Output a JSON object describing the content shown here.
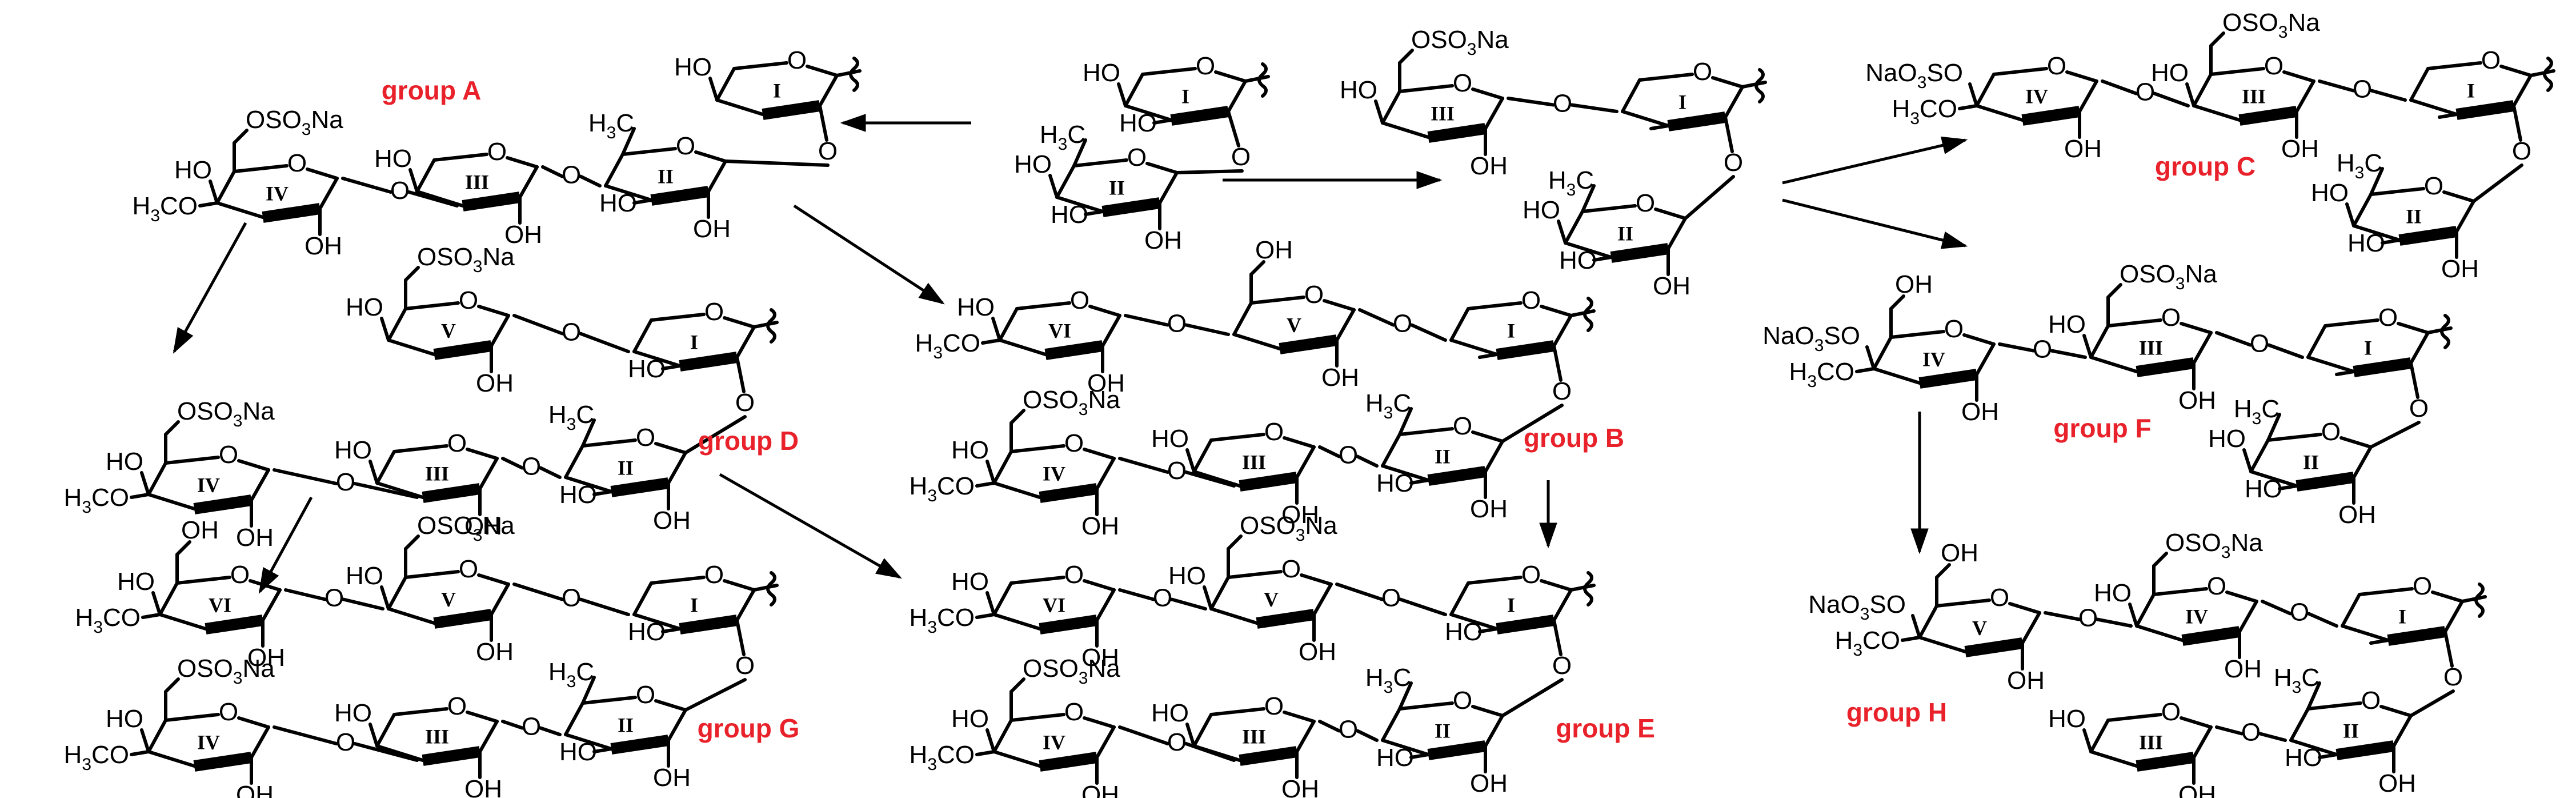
{
  "colors": {
    "group_label": "#e8212a",
    "structure": "#000000",
    "background": "#ffffff"
  },
  "labels": {
    "A": "group A",
    "B": "group B",
    "C": "group C",
    "D": "group D",
    "E": "group E",
    "F": "group F",
    "G": "group G",
    "H": "group H"
  },
  "atoms": {
    "HO": "HO",
    "OH": "OH",
    "O": "O",
    "H3C": "H3C",
    "H3CO": "H3CO",
    "OSO3Na": "OSO3Na",
    "NaO3SO": "NaO3SO",
    "OSO3Na_sub": "3"
  },
  "numerals": [
    "I",
    "II",
    "III",
    "IV",
    "V",
    "VI"
  ],
  "structures": [
    {
      "id": "core",
      "rings": [
        {
          "type": "xyl",
          "num": "I"
        },
        {
          "type": "fuc",
          "num": "II"
        }
      ]
    },
    {
      "id": "group-A",
      "label": "A",
      "rings": [
        {
          "type": "xyl",
          "num": "I"
        },
        {
          "type": "fuc",
          "num": "II"
        },
        {
          "type": "xyl",
          "num": "III"
        },
        {
          "type": "glc",
          "num": "IV",
          "sulfate6": true,
          "methoxy": true
        }
      ]
    },
    {
      "id": "intermediate",
      "rings": [
        {
          "type": "xyl",
          "num": "I"
        },
        {
          "type": "fuc",
          "num": "II"
        },
        {
          "type": "glc",
          "num": "III",
          "sulfate6": true
        }
      ]
    },
    {
      "id": "group-C",
      "label": "C",
      "rings": [
        {
          "type": "xyl",
          "num": "I"
        },
        {
          "type": "fuc",
          "num": "II"
        },
        {
          "type": "glc",
          "num": "III",
          "sulfate6": true
        },
        {
          "type": "glc",
          "num": "IV",
          "sulfate4": true,
          "methoxy": true
        }
      ]
    },
    {
      "id": "group-F",
      "label": "F",
      "rings": [
        {
          "type": "xyl",
          "num": "I"
        },
        {
          "type": "fuc",
          "num": "II"
        },
        {
          "type": "glc",
          "num": "III",
          "sulfate6": true
        },
        {
          "type": "glc",
          "num": "IV",
          "sulfate4": true,
          "methoxy": true
        }
      ]
    },
    {
      "id": "group-B",
      "label": "B",
      "rings": [
        {
          "type": "xyl",
          "num": "I"
        },
        {
          "type": "glc",
          "num": "V"
        },
        {
          "type": "glc",
          "num": "VI",
          "methoxy": true
        },
        {
          "type": "fuc",
          "num": "II"
        },
        {
          "type": "xyl",
          "num": "III"
        },
        {
          "type": "glc",
          "num": "IV",
          "sulfate6": true,
          "methoxy": true
        }
      ]
    },
    {
      "id": "group-D",
      "label": "D",
      "rings": [
        {
          "type": "xyl",
          "num": "I"
        },
        {
          "type": "glc",
          "num": "V",
          "sulfate6": true
        },
        {
          "type": "fuc",
          "num": "II"
        },
        {
          "type": "xyl",
          "num": "III"
        },
        {
          "type": "glc",
          "num": "IV",
          "sulfate6": true,
          "methoxy": true
        }
      ]
    },
    {
      "id": "group-E",
      "label": "E",
      "rings": [
        {
          "type": "xyl",
          "num": "I"
        },
        {
          "type": "glc",
          "num": "V",
          "sulfate6": true
        },
        {
          "type": "xyl",
          "num": "VI",
          "methoxy": true
        },
        {
          "type": "fuc",
          "num": "II"
        },
        {
          "type": "xyl",
          "num": "III"
        },
        {
          "type": "glc",
          "num": "IV",
          "sulfate6": true,
          "methoxy": true
        }
      ]
    },
    {
      "id": "group-G",
      "label": "G",
      "rings": [
        {
          "type": "xyl",
          "num": "I"
        },
        {
          "type": "glc",
          "num": "V",
          "sulfate6": true
        },
        {
          "type": "glc",
          "num": "VI",
          "methoxy": true
        },
        {
          "type": "fuc",
          "num": "II"
        },
        {
          "type": "xyl",
          "num": "III"
        },
        {
          "type": "glc",
          "num": "IV",
          "sulfate6": true,
          "methoxy": true
        }
      ]
    },
    {
      "id": "group-H",
      "label": "H",
      "rings": [
        {
          "type": "xyl",
          "num": "I"
        },
        {
          "type": "glc",
          "num": "IV",
          "sulfate6": true
        },
        {
          "type": "glc",
          "num": "V",
          "sulfate4": true,
          "methoxy": true
        },
        {
          "type": "fuc",
          "num": "II"
        },
        {
          "type": "xyl",
          "num": "III"
        }
      ]
    }
  ]
}
